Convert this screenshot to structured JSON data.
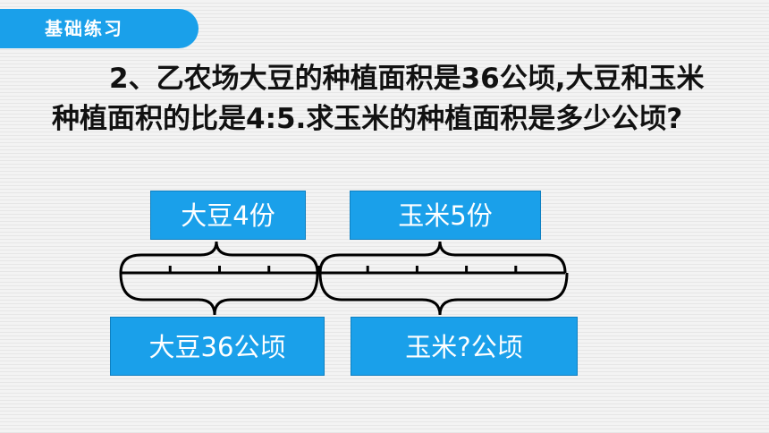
{
  "header": {
    "tag_label": "基础练习"
  },
  "question": {
    "text": "2、乙农场大豆的种植面积是36公顷,大豆和玉米种植面积的比是4:5.求玉米的种植面积是多少公顷?"
  },
  "diagram": {
    "soy_parts_label": "大豆4份",
    "corn_parts_label": "玉米5份",
    "soy_area_label": "大豆36公顷",
    "corn_area_label": "玉米?公顷",
    "soy_parts": 4,
    "corn_parts": 5,
    "line_color": "#000000",
    "box_color": "#1aa0ea"
  }
}
